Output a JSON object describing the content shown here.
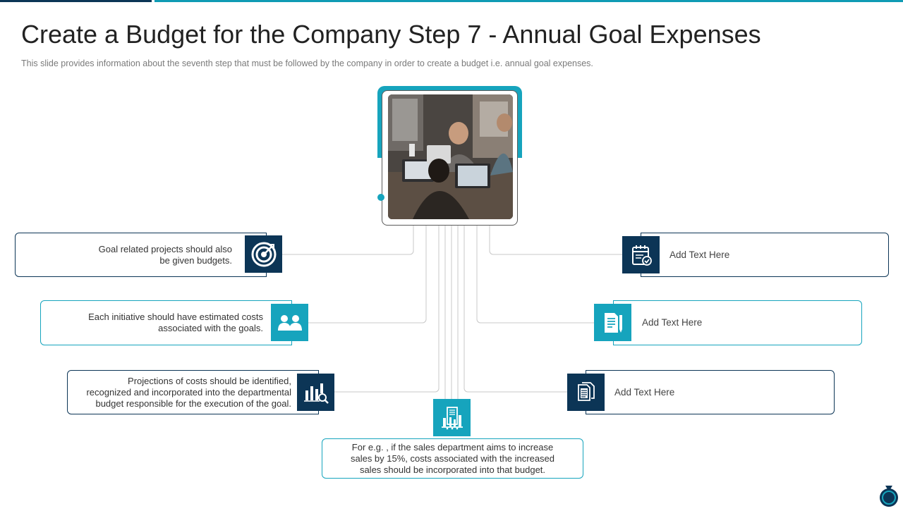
{
  "title": "Create a Budget for the Company Step 7 - Annual Goal Expenses",
  "subtitle": "This slide provides  information  about  the  seventh  step that  must  be  followed  by  the  company  in  order  to  create  a  budget  i.e.  annual  goal  expenses.",
  "left_items": [
    {
      "text_lines": [
        "Goal related projects should also",
        "be given  budgets."
      ],
      "icon": "target-icon",
      "icon_color": "#0c3556"
    },
    {
      "text_lines": [
        "Each initiative should have estimated costs",
        "associated with the goals."
      ],
      "icon": "team-icon",
      "icon_color": "#16a4bd"
    },
    {
      "text_lines": [
        "Projections of costs should be identified,",
        "recognized and incorporated into the departmental",
        "budget responsible for the execution of the goal."
      ],
      "icon": "chart-search-icon",
      "icon_color": "#0c3556"
    }
  ],
  "right_items": [
    {
      "text": "Add Text Here",
      "icon": "calendar-check-icon",
      "icon_color": "#0c3556"
    },
    {
      "text": "Add Text Here",
      "icon": "document-pen-icon",
      "icon_color": "#16a4bd"
    },
    {
      "text": "Add Text Here",
      "icon": "documents-icon",
      "icon_color": "#0c3556"
    }
  ],
  "bottom_item": {
    "text_lines": [
      "For e.g. , if the sales department aims to increase",
      "sales by 15%, costs associated with the increased",
      "sales should be incorporated into that budget."
    ],
    "icon": "building-chart-icon",
    "icon_color": "#16a4bd"
  },
  "colors": {
    "navy": "#0c3556",
    "teal": "#16a4bd",
    "connector": "#c8c8c8"
  }
}
